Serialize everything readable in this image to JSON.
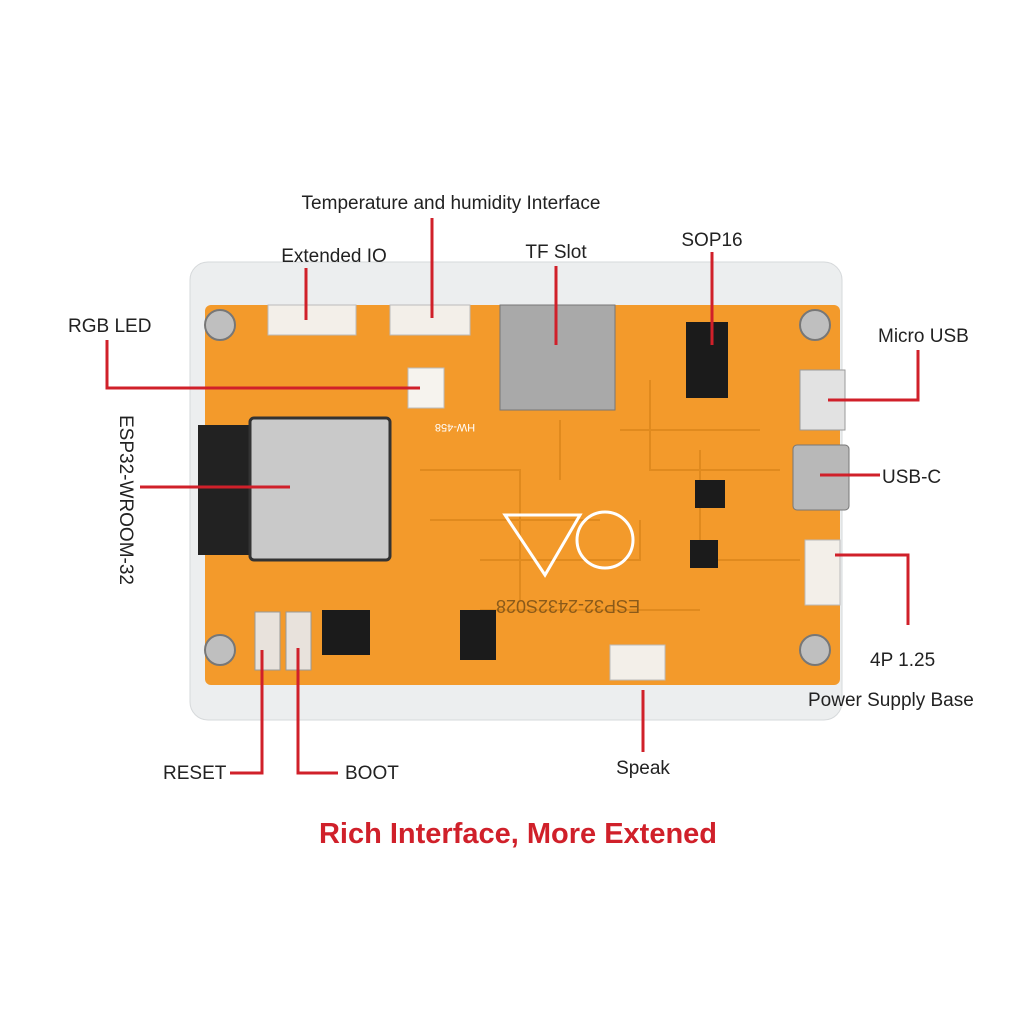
{
  "labels": {
    "temp_humidity": "Temperature and humidity Interface",
    "extended_io": "Extended IO",
    "tf_slot": "TF Slot",
    "sop16": "SOP16",
    "rgb_led": "RGB LED",
    "esp32_module": "ESP32-WROOM-32",
    "micro_usb": "Micro USB",
    "usb_c": "USB-C",
    "connector_4p": "4P 1.25",
    "power_base": "Power Supply Base",
    "reset": "RESET",
    "boot": "BOOT",
    "speak": "Speak"
  },
  "board": {
    "model": "ESP32-2432S028",
    "silk": "HW-458"
  },
  "title": "Rich Interface, More Extened",
  "colors": {
    "accent": "#d0202a",
    "pcb": "#f39a2b",
    "case": "#eceeef"
  }
}
